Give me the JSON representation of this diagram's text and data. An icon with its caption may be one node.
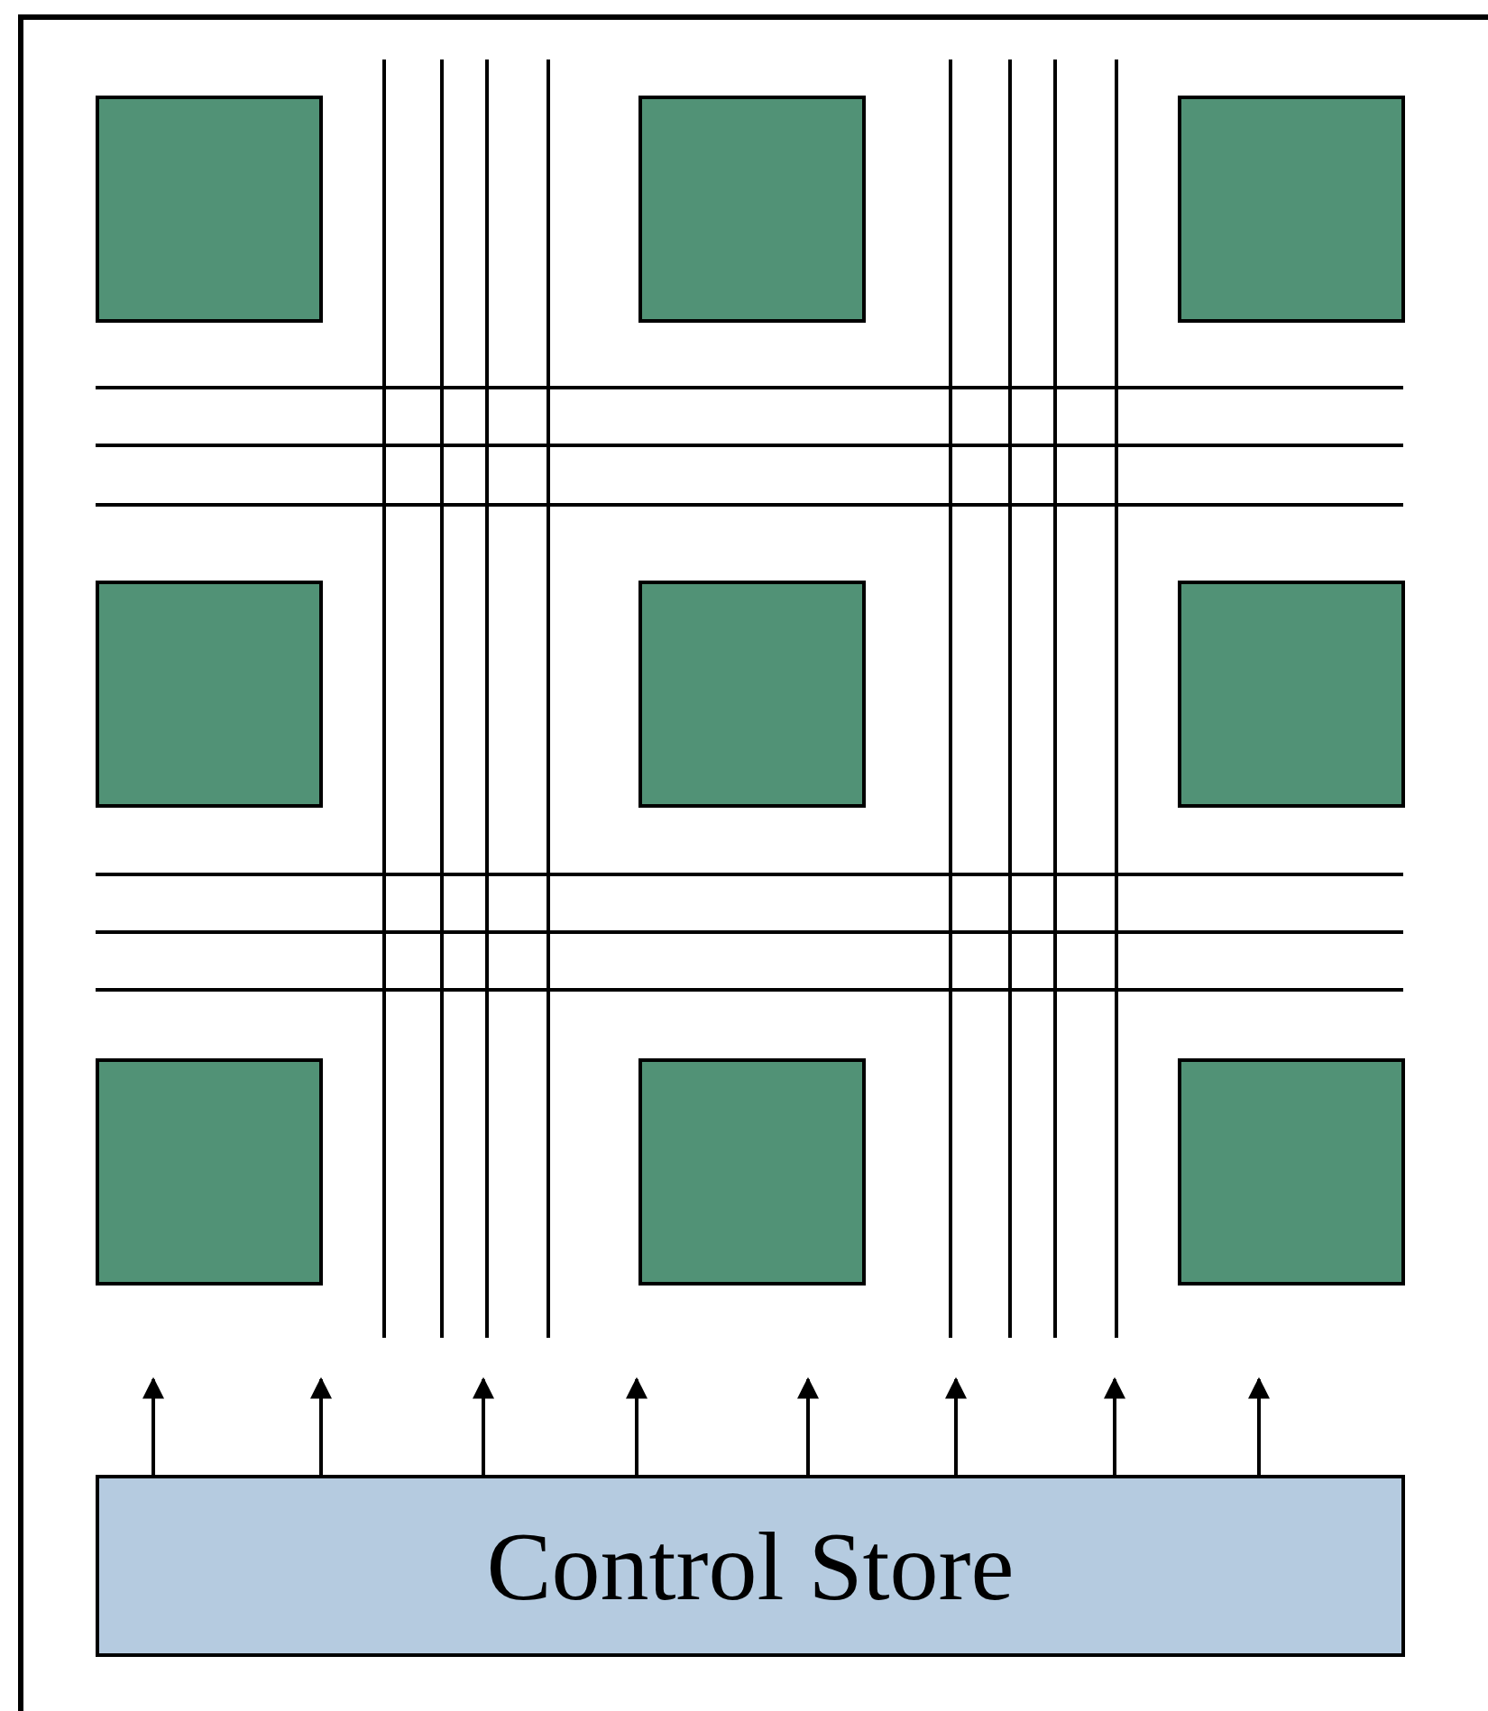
{
  "diagram": {
    "nodes": [
      {
        "text": [],
        "shape": "box"
      },
      {
        "text": [],
        "shape": "box"
      },
      {
        "text": [],
        "shape": "box"
      },
      {
        "text": [],
        "shape": "box"
      },
      {
        "text": [],
        "shape": "box"
      },
      {
        "text": [],
        "shape": "box"
      },
      {
        "text": [],
        "shape": "box"
      },
      {
        "text": [],
        "shape": "box"
      },
      {
        "text": [],
        "shape": "box"
      },
      {
        "text": [
          "Control Store"
        ]
      }
    ],
    "edges": [
      {
        "from": 9,
        "to": null,
        "arrow": "to"
      },
      {
        "from": 9,
        "to": null,
        "arrow": "to"
      },
      {
        "from": 9,
        "to": null,
        "arrow": "to"
      },
      {
        "from": 9,
        "to": null,
        "arrow": "to"
      },
      {
        "from": 9,
        "to": null,
        "arrow": "to"
      },
      {
        "from": 9,
        "to": null,
        "arrow": "to"
      },
      {
        "from": 9,
        "to": null,
        "arrow": "to"
      },
      {
        "from": 9,
        "to": null,
        "arrow": "to"
      }
    ]
  }
}
